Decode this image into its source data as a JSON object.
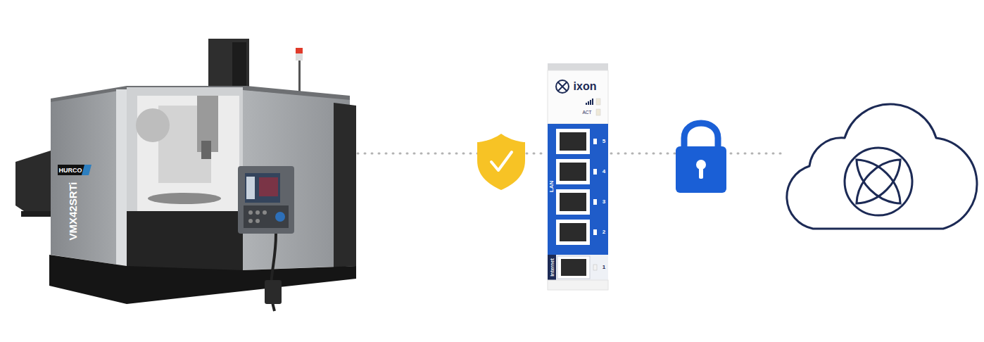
{
  "diagram": {
    "nodes": [
      {
        "text": [
          "HURCO",
          "VMX42SRTi"
        ]
      },
      {
        "text": [
          "ixon",
          "ACT",
          "LAN",
          "5",
          "4",
          "3",
          "2",
          "Internet",
          "1"
        ]
      }
    ],
    "edges": [
      {
        "from": 0,
        "to": 1,
        "arrow": "none"
      }
    ]
  }
}
